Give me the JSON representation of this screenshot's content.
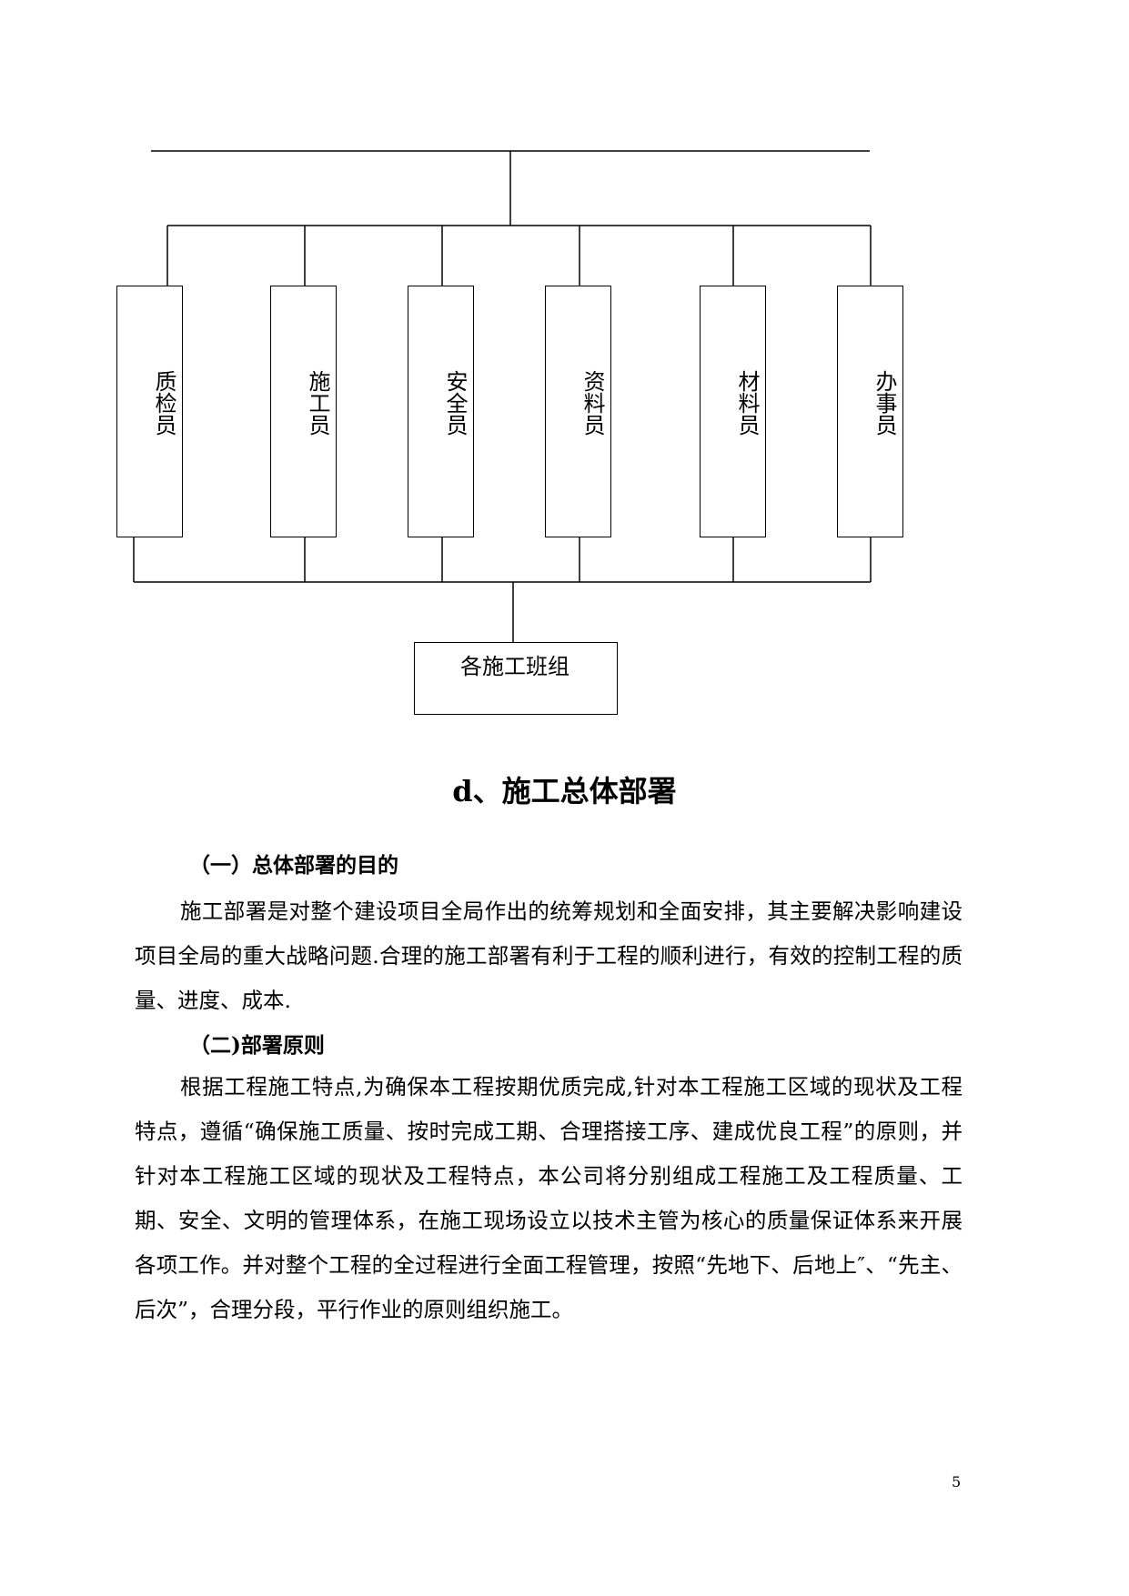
{
  "org_chart": {
    "roles": [
      {
        "label": "质检员"
      },
      {
        "label": "施工员"
      },
      {
        "label": "安全员"
      },
      {
        "label": "资料员"
      },
      {
        "label": "材料员"
      },
      {
        "label": "办事员"
      }
    ],
    "bottom_box": "各施工班组"
  },
  "section": {
    "heading": "d、施工总体部署",
    "sub1": "（一）总体部署的目的",
    "para1": "施工部署是对整个建设项目全局作出的统筹规划和全面安排，其主要解决影响建设项目全局的重大战略问题.合理的施工部署有利于工程的顺利进行，有效的控制工程的质量、进度、成本.",
    "sub2": "（二)部署原则",
    "para2": "根据工程施工特点,为确保本工程按期优质完成,针对本工程施工区域的现状及工程特点，遵循“确保施工质量、按时完成工期、合理搭接工序、建成优良工程”的原则，并针对本工程施工区域的现状及工程特点，本公司将分别组成工程施工及工程质量、工期、安全、文明的管理体系，在施工现场设立以技术主管为核心的质量保证体系来开展各项工作。并对整个工程的全过程进行全面工程管理，按照“先地下、后地上″、“先主、后次”，合理分段，平行作业的原则组织施工。"
  },
  "page_number": "5"
}
